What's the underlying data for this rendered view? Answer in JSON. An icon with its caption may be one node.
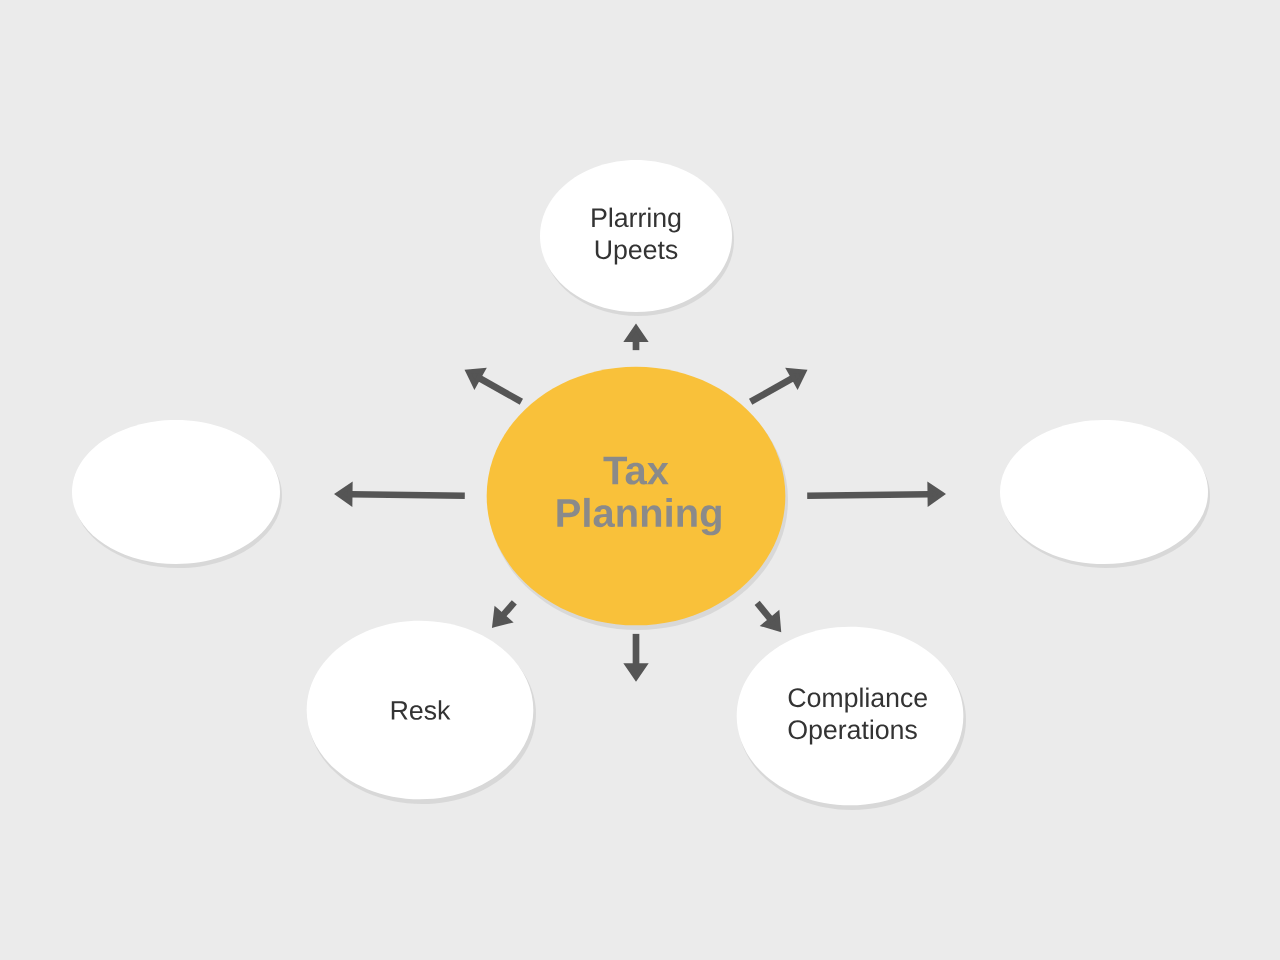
{
  "diagram": {
    "nodes": [
      {
        "text": [
          "Tax Planning"
        ]
      },
      {
        "text": [
          "Plarring Upeets"
        ]
      },
      {
        "text": [],
        "shape": "circle"
      },
      {
        "text": [],
        "shape": "circle"
      },
      {
        "text": [
          "Resk"
        ]
      },
      {
        "text": [
          "Compliance Operations"
        ]
      }
    ],
    "edges": [
      {
        "from": 0,
        "to": 1,
        "arrow": "to"
      },
      {
        "from": 0,
        "to": null,
        "arrow": "to"
      },
      {
        "from": 0,
        "to": null,
        "arrow": "to"
      },
      {
        "from": 0,
        "to": 2,
        "arrow": "to"
      },
      {
        "from": 0,
        "to": 3,
        "arrow": "to"
      },
      {
        "from": 0,
        "to": 4,
        "arrow": "to"
      },
      {
        "from": 0,
        "to": null,
        "arrow": "to"
      },
      {
        "from": 0,
        "to": 5,
        "arrow": "to"
      }
    ]
  }
}
